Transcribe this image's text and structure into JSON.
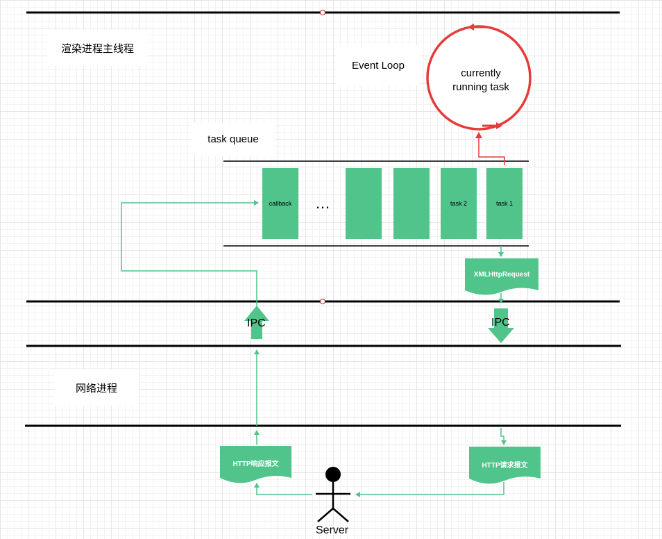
{
  "labels": {
    "render_main_thread": "渲染进程主线程",
    "event_loop": "Event Loop",
    "task_queue": "task queue",
    "network_process": "网络进程",
    "current_task": "currently\nrunning task",
    "ipc_left": "IPC",
    "ipc_right": "IPC",
    "server": "Server",
    "ellipsis": "…"
  },
  "queue": {
    "callback": "callback",
    "task2": "task 2",
    "task1": "task 1"
  },
  "documents": {
    "xhr": "XMLHttpRequest",
    "http_request": "HTTP请求报文",
    "http_response": "HTTP响应报文"
  },
  "colors": {
    "green": "#51c48b",
    "red": "#e63b3b",
    "line": "#000000",
    "grid": "#e6e6e6"
  }
}
